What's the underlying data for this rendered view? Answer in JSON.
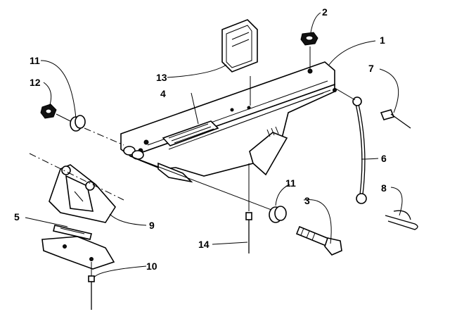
{
  "callouts": {
    "c1": "1",
    "c2": "2",
    "c3": "3",
    "c4": "4",
    "c5": "5",
    "c6": "6",
    "c7": "7",
    "c8": "8",
    "c9": "9",
    "c10": "10",
    "c11a": "11",
    "c11b": "11",
    "c12": "12",
    "c13": "13",
    "c14": "14"
  }
}
